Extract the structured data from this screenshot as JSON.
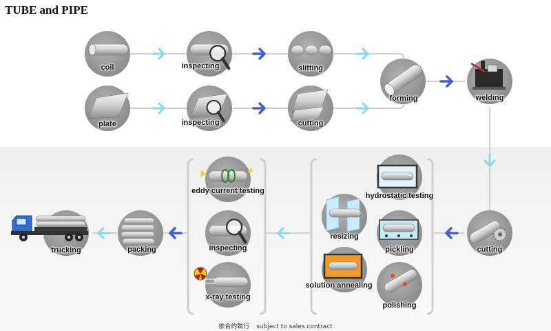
{
  "title": "TUBE and PIPE",
  "steps": {
    "coil": "coil",
    "inspecting_coil": "inspecting",
    "slitting": "slitting",
    "plate": "plate",
    "inspecting_plate": "inspecting",
    "cutting_plate": "cutting",
    "forming": "forming",
    "welding": "welding",
    "cutting_tube": "cutting",
    "hydrostatic_testing": "hydrostatic testing",
    "resizing": "resizing",
    "pickling": "pickling",
    "solution_annealing": "solution annealing",
    "polishing": "polishing",
    "eddy_current_testing": "eddy current testing",
    "inspecting_final": "inspecting",
    "xray_testing": "x-ray testing",
    "packing": "packing",
    "trucking": "trucking"
  },
  "footer": {
    "cn": "依合約執行",
    "en": "subject to sales contract"
  },
  "colors": {
    "arrow_light": "#7fdcef",
    "arrow_dark": "#3d5fd8",
    "circle": "#9a9a9a",
    "connector": "#cfcfcf"
  }
}
